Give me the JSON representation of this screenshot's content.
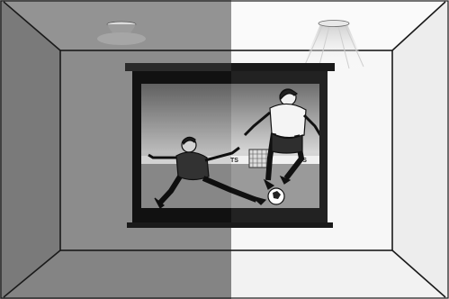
{
  "illustration": {
    "subject": "room-with-projection-screen",
    "left_half": "lights-off",
    "right_half": "lights-on",
    "screen_content": "soccer-players-tackle",
    "colors": {
      "dark_room": "#8c8c8c",
      "dark_room_side": "#7a7a7a",
      "light_room": "#f7f7f7",
      "light_room_side": "#ededed",
      "outline": "#1a1a1a",
      "screen_frame": "#111111"
    },
    "banner_fragments": [
      "TS",
      "TS"
    ]
  }
}
